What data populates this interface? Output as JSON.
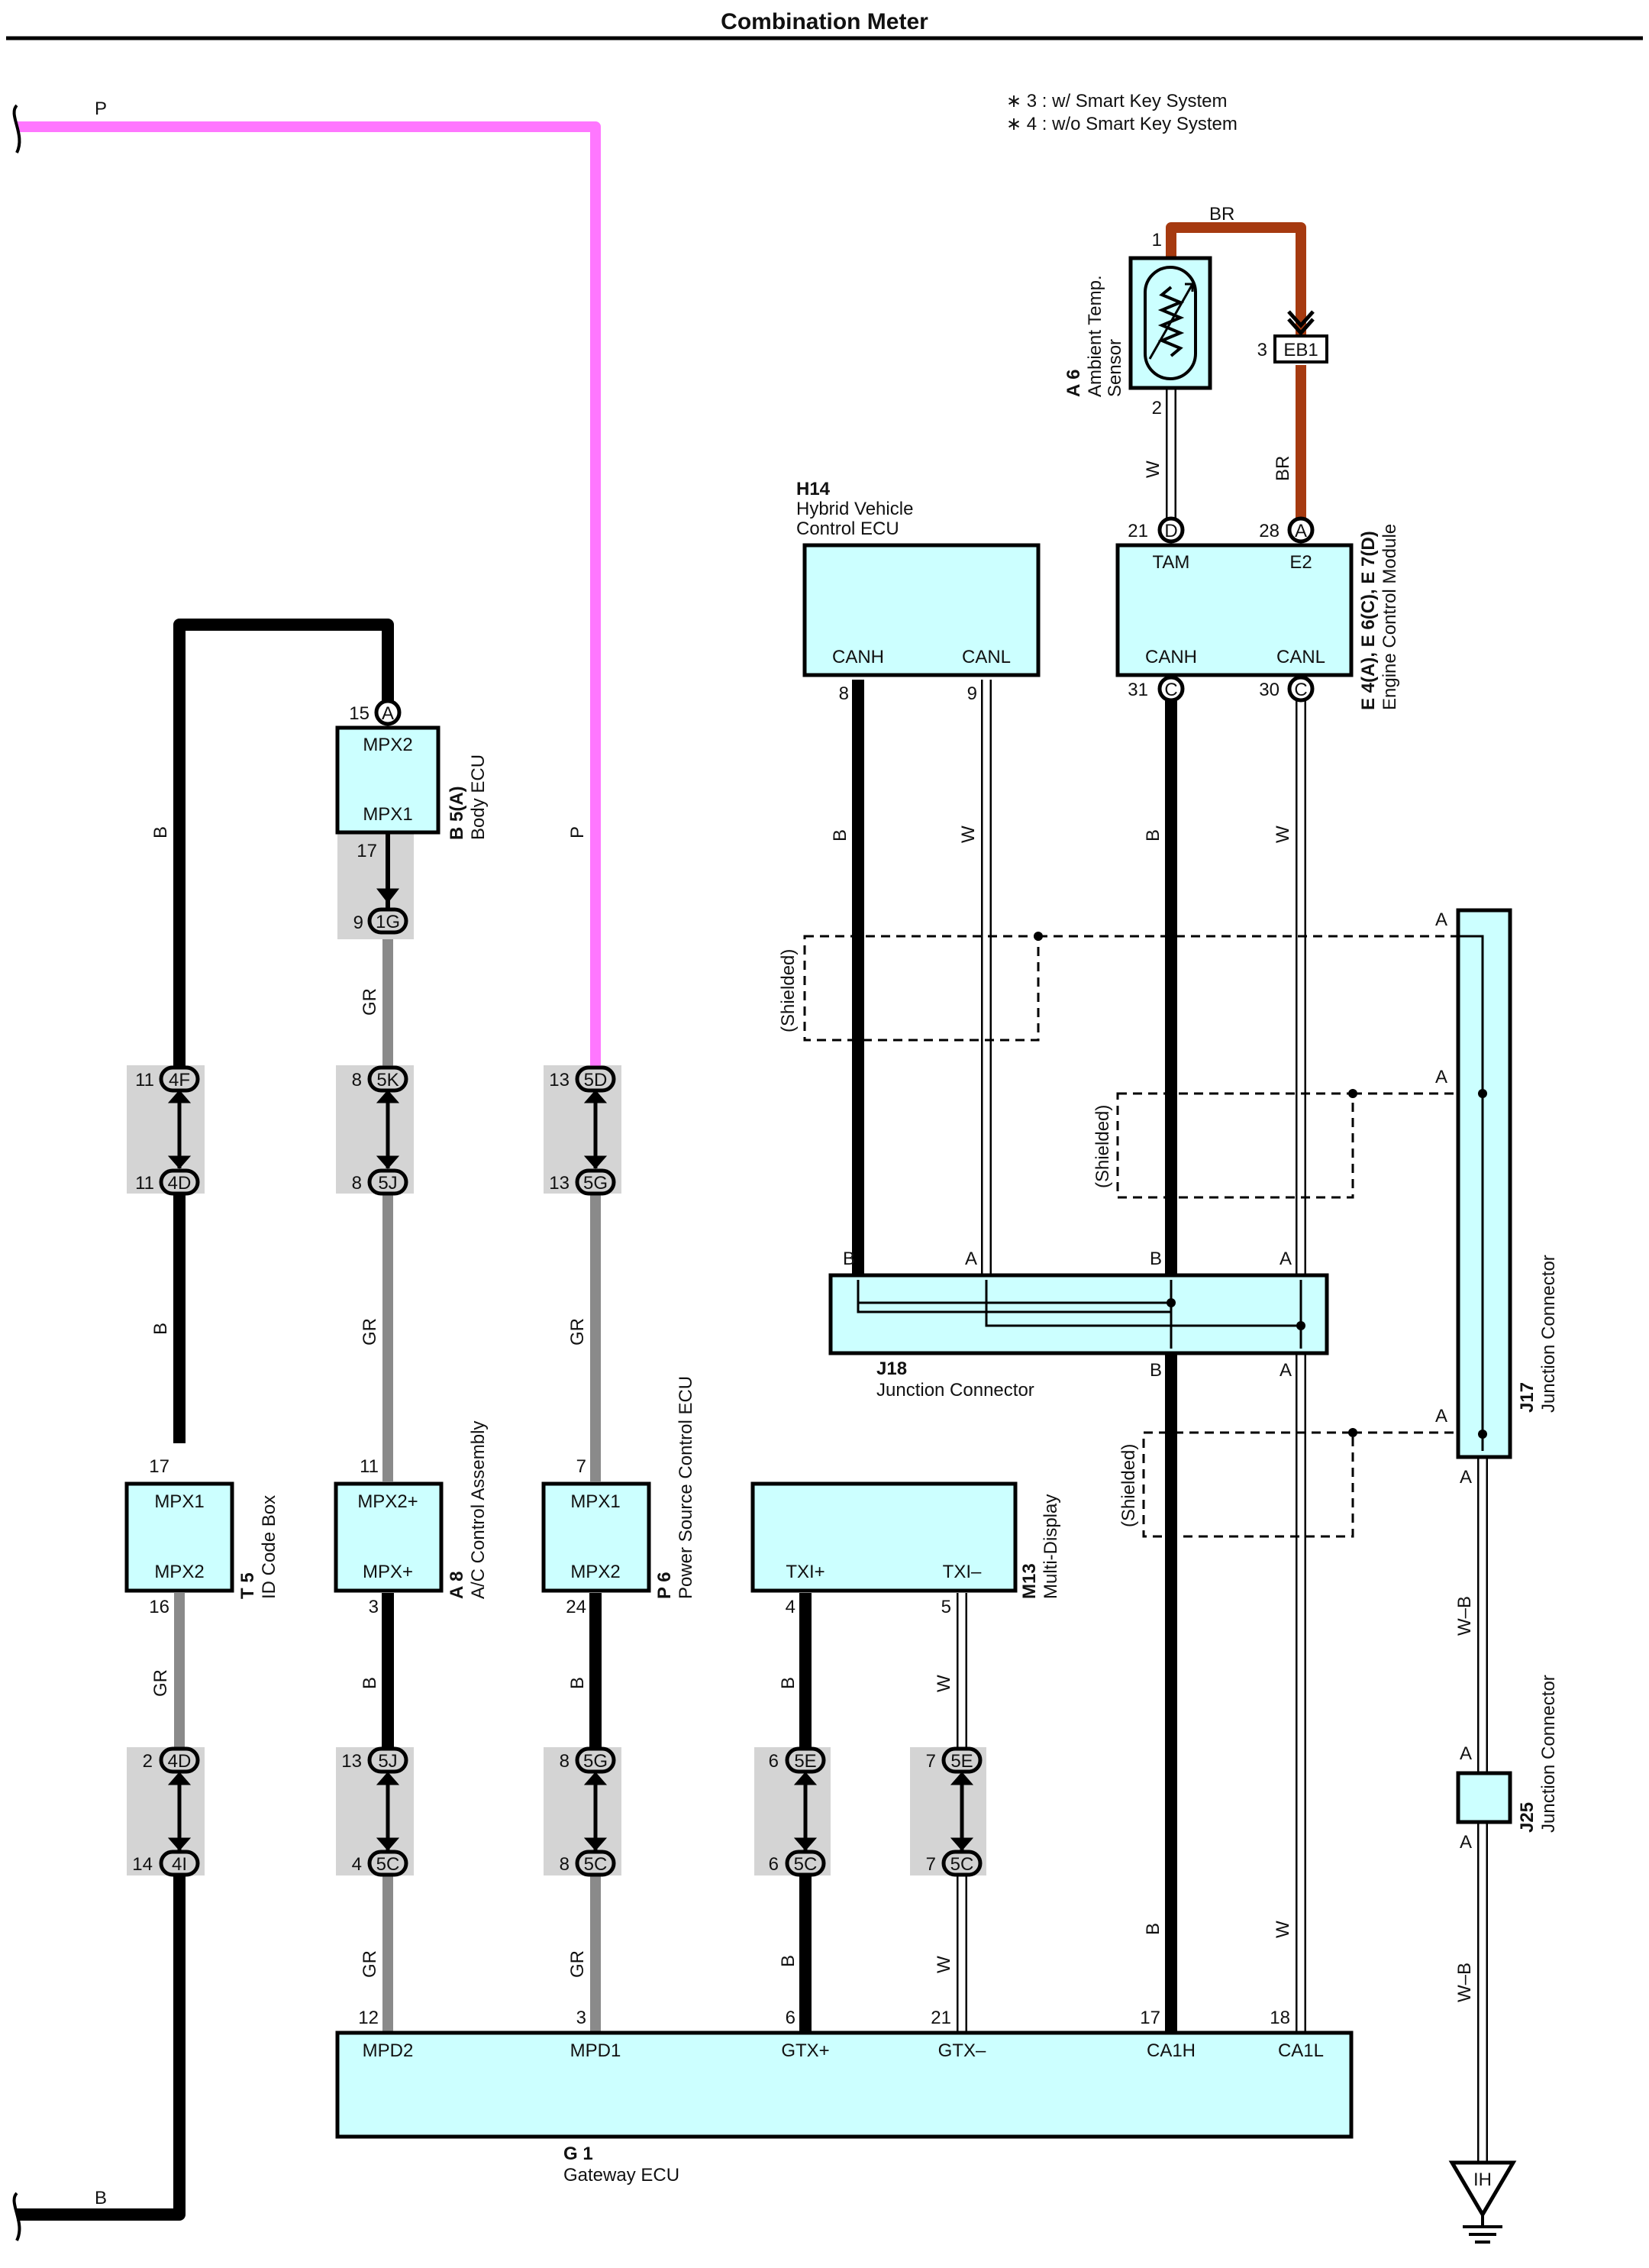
{
  "title": "Combination Meter",
  "notes": [
    "∗ 3 : w/ Smart Key System",
    "∗ 4 : w/o Smart Key System"
  ],
  "wire_colors": {
    "B": "#000000",
    "GR": "#8a8a8a",
    "P": "#ff77ff",
    "W": "#ffffff",
    "BR": "#a63a10",
    "W-B": "#ffffff"
  },
  "components": {
    "body_ecu": {
      "code": "B 5(A)",
      "name": "Body ECU",
      "terminals": [
        "MPX2",
        "MPX1"
      ]
    },
    "id_code_box": {
      "code": "T 5",
      "name": "ID Code Box",
      "terminals": [
        "MPX1",
        "MPX2"
      ]
    },
    "ac_control": {
      "code": "A 8",
      "name": "A/C Control Assembly",
      "terminals": [
        "MPX2+",
        "MPX+"
      ]
    },
    "power_source": {
      "code": "P 6",
      "name": "Power Source Control ECU",
      "terminals": [
        "MPX1",
        "MPX2"
      ]
    },
    "multi_display": {
      "code": "M13",
      "name": "Multi-Display",
      "terminals": [
        "TXI+",
        "TXI–"
      ]
    },
    "hv_ecu": {
      "code": "H14",
      "name": "Hybrid Vehicle",
      "name2": "Control ECU",
      "terminals": [
        "CANH",
        "CANL"
      ]
    },
    "engine_ecm": {
      "code": "E 4(A), E 6(C), E 7(D)",
      "name": "Engine Control Module",
      "terminals": [
        "TAM",
        "E2",
        "CANH",
        "CANL"
      ]
    },
    "ambient_sensor": {
      "code": "A 6",
      "name": "Ambient Temp.",
      "name2": "Sensor"
    },
    "j18": {
      "code": "J18",
      "name": "Junction Connector"
    },
    "j17": {
      "code": "J17",
      "name": "Junction Connector"
    },
    "j25": {
      "code": "J25",
      "name": "Junction Connector"
    },
    "gateway": {
      "code": "G 1",
      "name": "Gateway ECU",
      "terminals": [
        "MPD2",
        "MPD1",
        "GTX+",
        "GTX–",
        "CA1H",
        "CA1L"
      ]
    }
  },
  "connectors": {
    "c4F": "4F",
    "c4D": "4D",
    "c5K": "5K",
    "c5J": "5J",
    "c5D": "5D",
    "c5G": "5G",
    "c1G": "1G",
    "c4I": "4I",
    "c5C": "5C",
    "c5E": "5E",
    "eb1": "EB1",
    "ih": "IH",
    "pinA": "A",
    "pinB": "B",
    "pinC": "C",
    "pinD": "D"
  },
  "pins": {
    "p15": "15",
    "p17": "17",
    "p9": "9",
    "p11": "11",
    "p8": "8",
    "p13": "13",
    "p7": "7",
    "p16": "16",
    "p3": "3",
    "p24": "24",
    "p4": "4",
    "p5": "5",
    "p2": "2",
    "p14": "14",
    "p6": "6",
    "p12": "12",
    "p21": "21",
    "p18": "18",
    "p1": "1",
    "p28": "28",
    "p31": "31",
    "p30": "30"
  },
  "wires": {
    "B": "B",
    "GR": "GR",
    "P": "P",
    "W": "W",
    "BR": "BR",
    "WB": "W–B"
  },
  "shielded": "(Shielded)"
}
